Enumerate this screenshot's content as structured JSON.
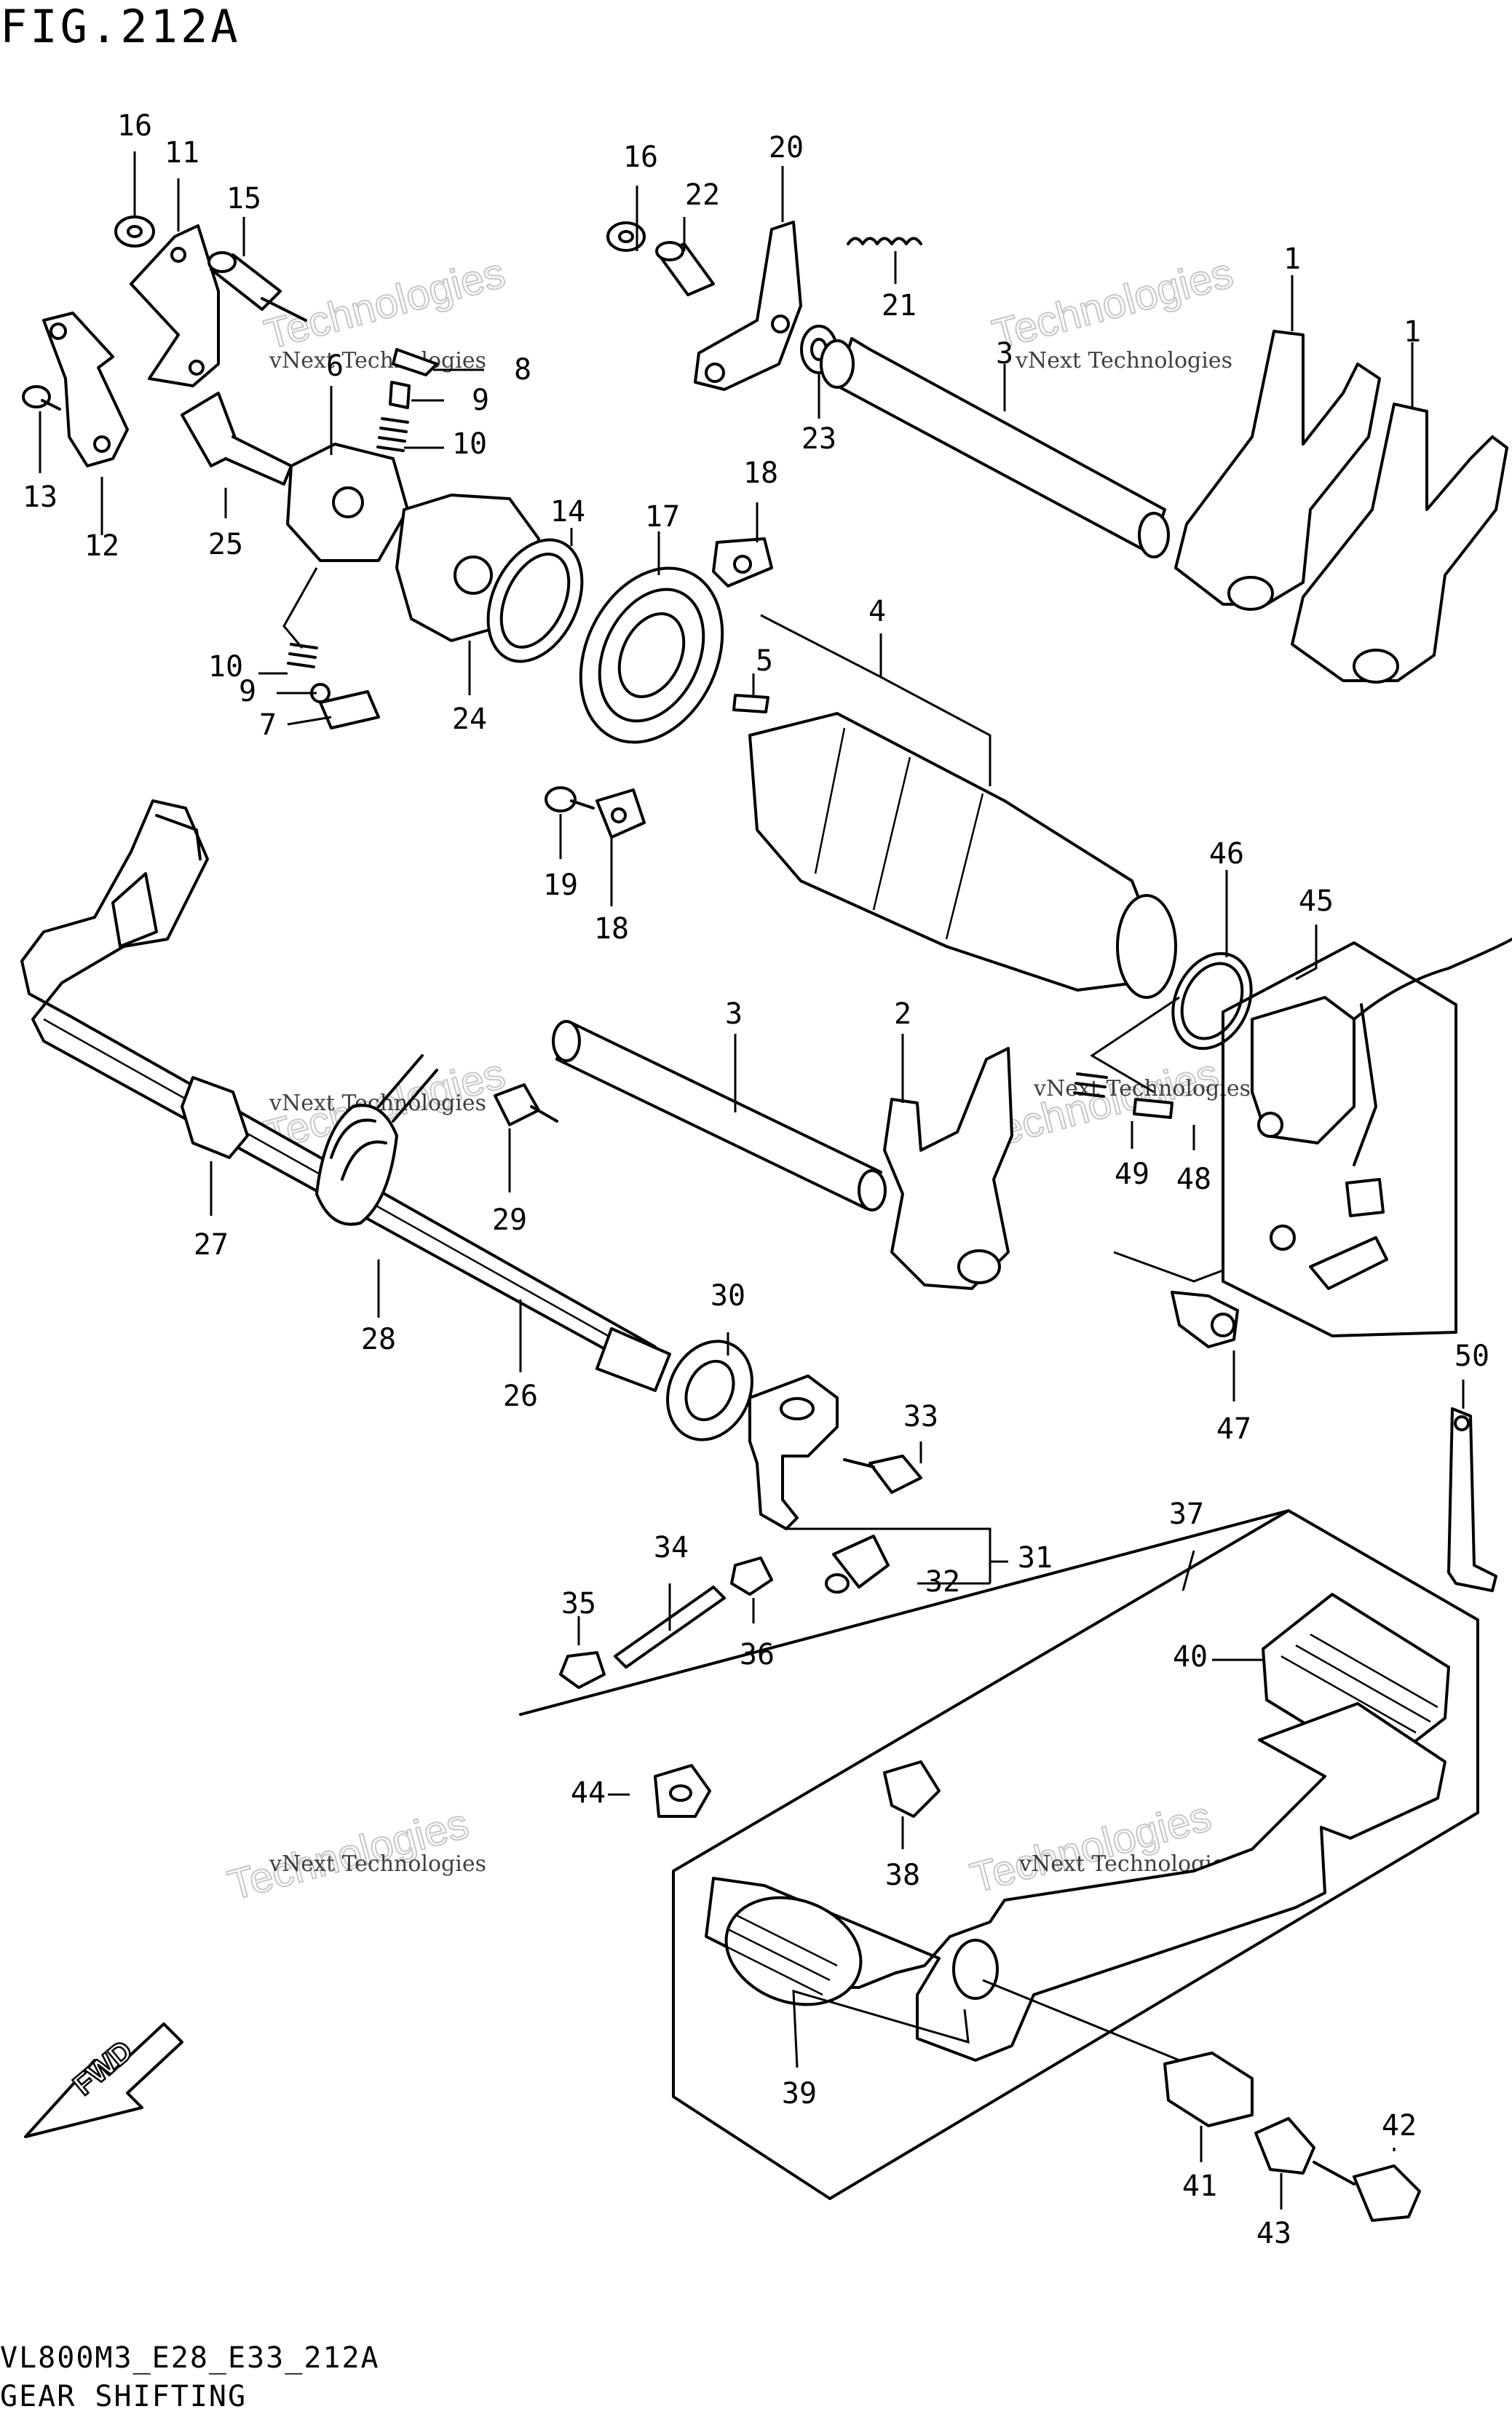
{
  "header": {
    "figure_title": "FIG.212A"
  },
  "footer": {
    "code": "VL800M3_E28_E33_212A",
    "section": "GEAR SHIFTING"
  },
  "watermark": {
    "line1": "vNext Technologies",
    "line2": "Technologies",
    "line3": "vNext"
  },
  "fwd_label": "FWD",
  "callouts": [
    "1",
    "1",
    "2",
    "3",
    "3",
    "4",
    "5",
    "6",
    "7",
    "8",
    "9",
    "9",
    "10",
    "10",
    "11",
    "12",
    "13",
    "14",
    "15",
    "16",
    "16",
    "17",
    "18",
    "18",
    "19",
    "20",
    "21",
    "22",
    "23",
    "24",
    "25",
    "26",
    "27",
    "28",
    "29",
    "30",
    "31",
    "32",
    "33",
    "34",
    "35",
    "36",
    "37",
    "38",
    "39",
    "40",
    "41",
    "42",
    "43",
    "44",
    "45",
    "46",
    "47",
    "48",
    "49",
    "50"
  ]
}
